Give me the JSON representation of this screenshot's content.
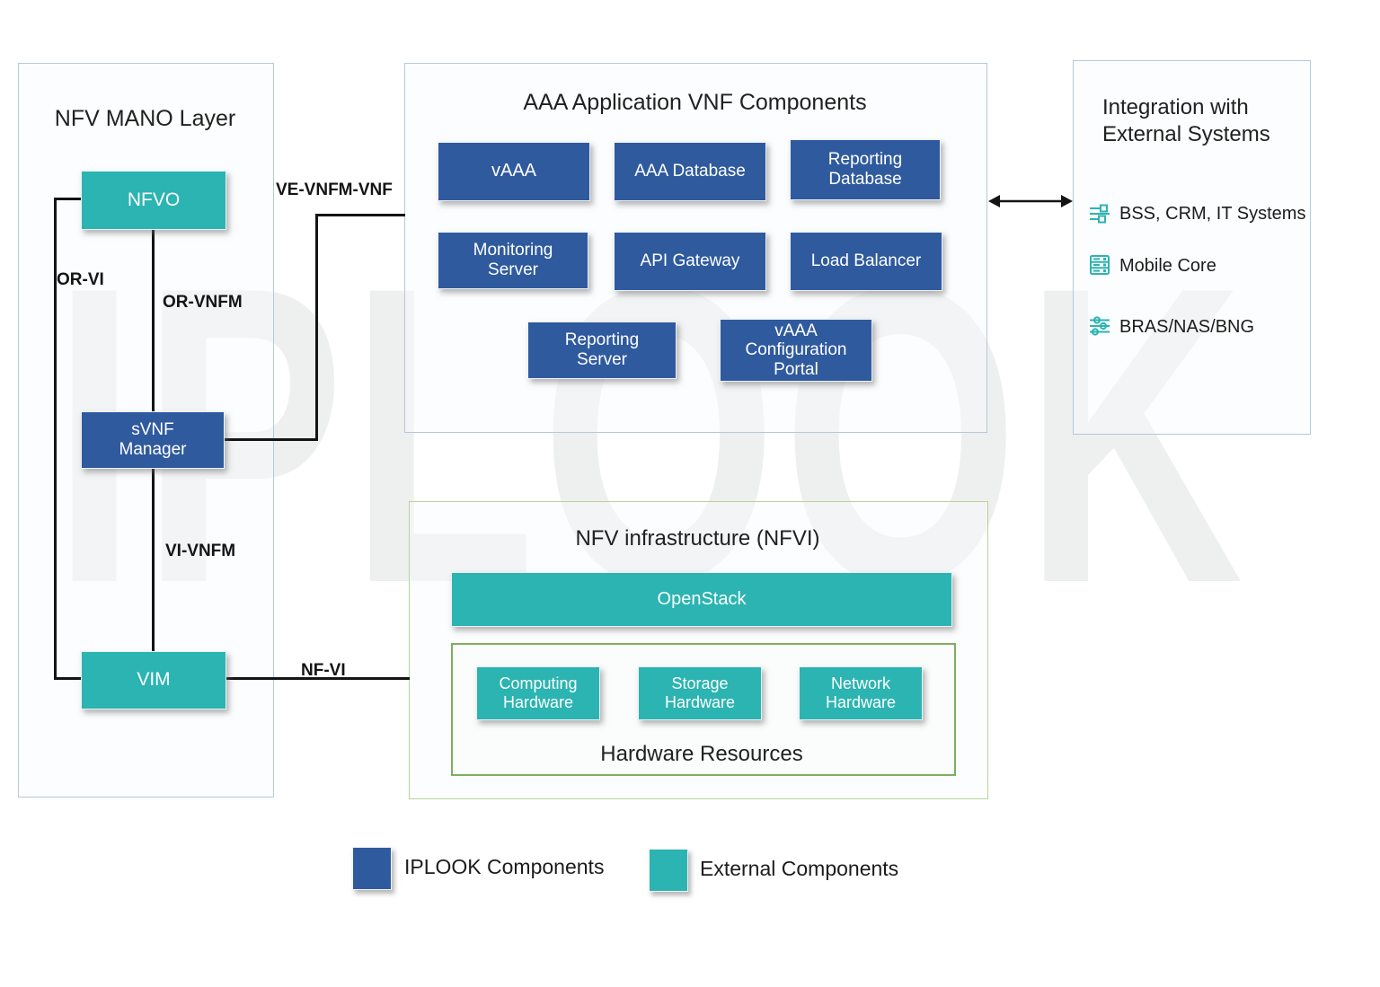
{
  "watermark": {
    "text": "IPLOOK"
  },
  "colors": {
    "iplook_blue": "#2f5a9e",
    "external_teal": "#2bb4b1",
    "connector_black": "#141414",
    "panel_border": "#b6c8d8",
    "nfvi_border_light_green": "#b5d49a",
    "hardware_border_green": "#7fae5e",
    "watermark_gray": "#eeefef"
  },
  "mano": {
    "title": "NFV MANO Layer",
    "nfvo": "NFVO",
    "svnf_manager": "sVNF Manager",
    "vim": "VIM"
  },
  "connectors": {
    "or_vi": "OR-VI",
    "or_vnfm": "OR-VNFM",
    "vi_vnfm": "VI-VNFM",
    "ve_vnfm_vnf": "VE-VNFM-VNF",
    "nf_vi": "NF-VI"
  },
  "aaa": {
    "title": "AAA Application VNF Components",
    "components": [
      "vAAA",
      "AAA Database",
      "Reporting Database",
      "Monitoring Server",
      "API Gateway",
      "Load Balancer",
      "Reporting Server",
      "vAAA Configuration Portal"
    ]
  },
  "integration": {
    "title": "Integration with External Systems",
    "items": [
      {
        "icon": "flow-icon",
        "label": "BSS, CRM, IT Systems"
      },
      {
        "icon": "server-icon",
        "label": "Mobile Core"
      },
      {
        "icon": "sliders-icon",
        "label": "BRAS/NAS/BNG"
      }
    ]
  },
  "nfvi": {
    "title": "NFV infrastructure (NFVI)",
    "openstack": "OpenStack",
    "hardware_title": "Hardware Resources",
    "hardware": [
      "Computing Hardware",
      "Storage Hardware",
      "Network Hardware"
    ]
  },
  "legend": {
    "iplook": "IPLOOK Components",
    "external": "External Components"
  }
}
